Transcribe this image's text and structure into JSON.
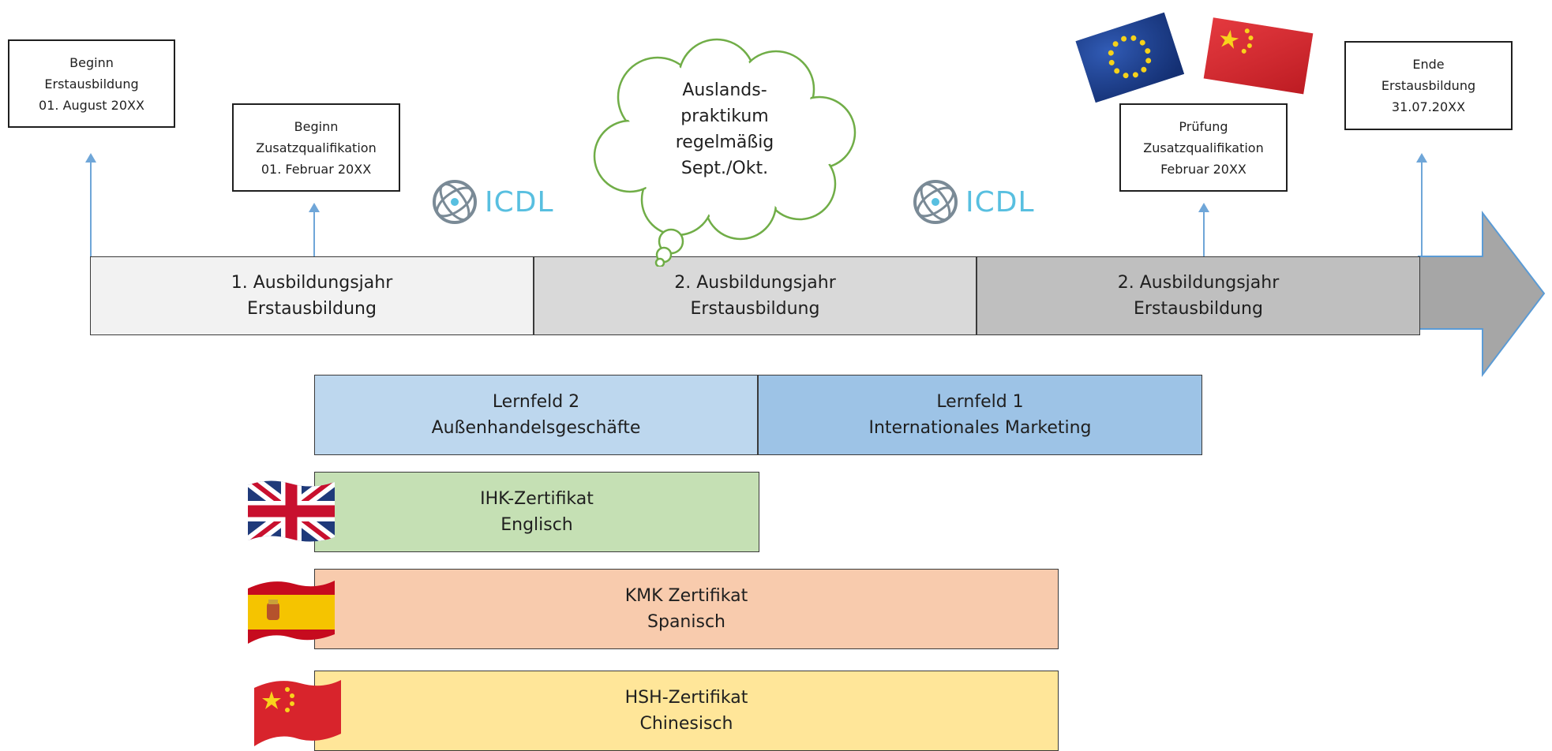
{
  "milestones": {
    "start_training": [
      "Beginn",
      "Erstausbildung",
      "01. August 20XX"
    ],
    "start_additional": [
      "Beginn",
      "Zusatzqualifikation",
      "01. Februar 20XX"
    ],
    "exam_additional": [
      "Prüfung",
      "Zusatzqualifikation",
      "Februar 20XX"
    ],
    "end_training": [
      "Ende",
      "Erstausbildung",
      "31.07.20XX"
    ]
  },
  "cloud": [
    "Auslands-",
    "praktikum",
    "regelmäßig",
    "Sept./Okt."
  ],
  "icdl_label": "ICDL",
  "timeline": [
    {
      "line1": "1. Ausbildungsjahr",
      "line2": "Erstausbildung",
      "color": "#f2f2f2"
    },
    {
      "line1": "2. Ausbildungsjahr",
      "line2": "Erstausbildung",
      "color": "#d9d9d9"
    },
    {
      "line1": "2. Ausbildungsjahr",
      "line2": "Erstausbildung",
      "color": "#bfbfbf"
    }
  ],
  "arrow_color": "#a6a6a6",
  "learning_fields": [
    {
      "line1": "Lernfeld 2",
      "line2": "Außenhandelsgeschäfte",
      "color": "#bdd7ee"
    },
    {
      "line1": "Lernfeld 1",
      "line2": "Internationales Marketing",
      "color": "#9dc3e6"
    }
  ],
  "certificates": [
    {
      "line1": "IHK-Zertifikat",
      "line2": "Englisch",
      "color": "#c5e0b4",
      "flag": "uk-flag-icon"
    },
    {
      "line1": "KMK Zertifikat",
      "line2": "Spanisch",
      "color": "#f8cbad",
      "flag": "spain-flag-icon"
    },
    {
      "line1": "HSH-Zertifikat",
      "line2": "Chinesisch",
      "color": "#ffe699",
      "flag": "china-flag-icon"
    }
  ]
}
